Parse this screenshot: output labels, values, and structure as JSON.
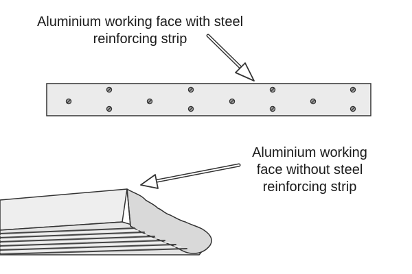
{
  "labels": {
    "with_strip": [
      "Aluminium working face with steel",
      "reinforcing strip"
    ],
    "without_strip": [
      "Aluminium working",
      "face without steel",
      "reinforcing strip"
    ]
  },
  "colors": {
    "strip_fill": "#ebebeb",
    "outline": "#333333",
    "screw_fill": "#9a9a9a",
    "profile_fill": "#e4e4e4",
    "rib_shadow": "#b8b8b8"
  }
}
